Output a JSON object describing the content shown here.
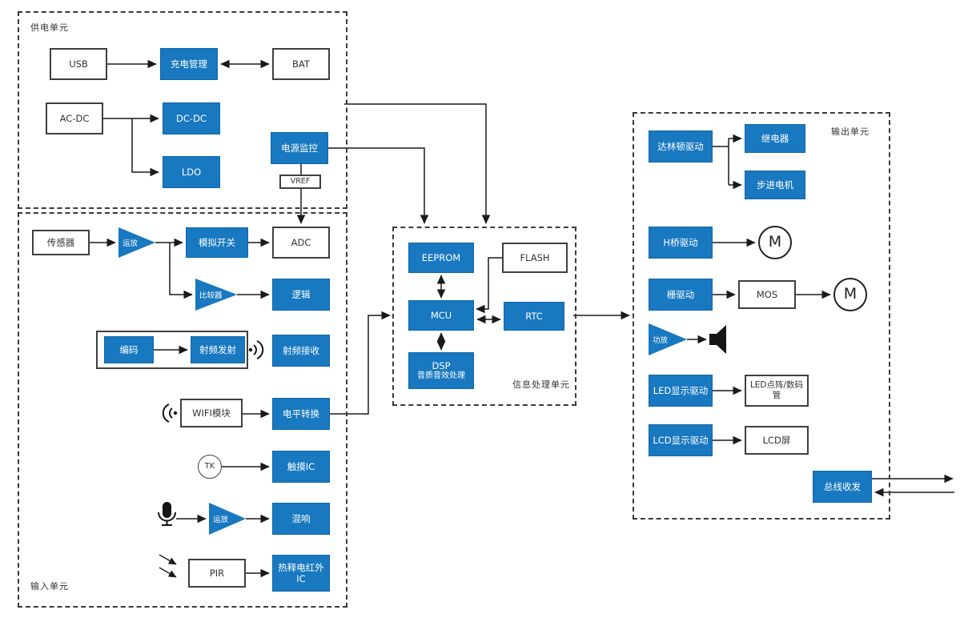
{
  "colors": {
    "accent": "#1878c0",
    "accent_dark": "#1266a6",
    "line": "#1a1a1a",
    "box_border": "#3f3f3f"
  },
  "units": {
    "power": {
      "label": "供电单元"
    },
    "input": {
      "label": "输入单元"
    },
    "processing": {
      "label": "信息处理单元"
    },
    "output": {
      "label": "输出单元"
    }
  },
  "nodes": {
    "usb": "USB",
    "charge_mgmt": "充电管理",
    "bat": "BAT",
    "ac_dc": "AC-DC",
    "dc_dc": "DC-DC",
    "ldo": "LDO",
    "power_monitor": "电源监控",
    "vref": "VREF",
    "sensor": "传感器",
    "opamp1": "运放",
    "analog_switch": "模拟开关",
    "adc": "ADC",
    "comparator": "比较器",
    "logic": "逻辑",
    "encoder": "编码",
    "rf_tx": "射频发射",
    "rf_rx": "射频接收",
    "wifi": "WIFI模块",
    "level_shift": "电平转换",
    "tk": "TK",
    "touch_ic": "触摸IC",
    "opamp2": "运放",
    "reverb": "混响",
    "pir": "PIR",
    "pyro_ic": "热释电红外IC",
    "eeprom": "EEPROM",
    "flash": "FLASH",
    "mcu": "MCU",
    "rtc": "RTC",
    "dsp": [
      "DSP",
      "音质音效处理"
    ],
    "darlington": "达林顿驱动",
    "relay": "继电器",
    "stepper": "步进电机",
    "h_bridge": "H桥驱动",
    "motor1": "M",
    "gate_drive": "栅驱动",
    "mos": "MOS",
    "motor2": "M",
    "amp": "功放",
    "led_drive": "LED显示驱动",
    "led_panel": "LED点阵/数码管",
    "lcd_drive": "LCD显示驱动",
    "lcd_screen": "LCD屏",
    "bus_transceiver": "总线收发"
  }
}
